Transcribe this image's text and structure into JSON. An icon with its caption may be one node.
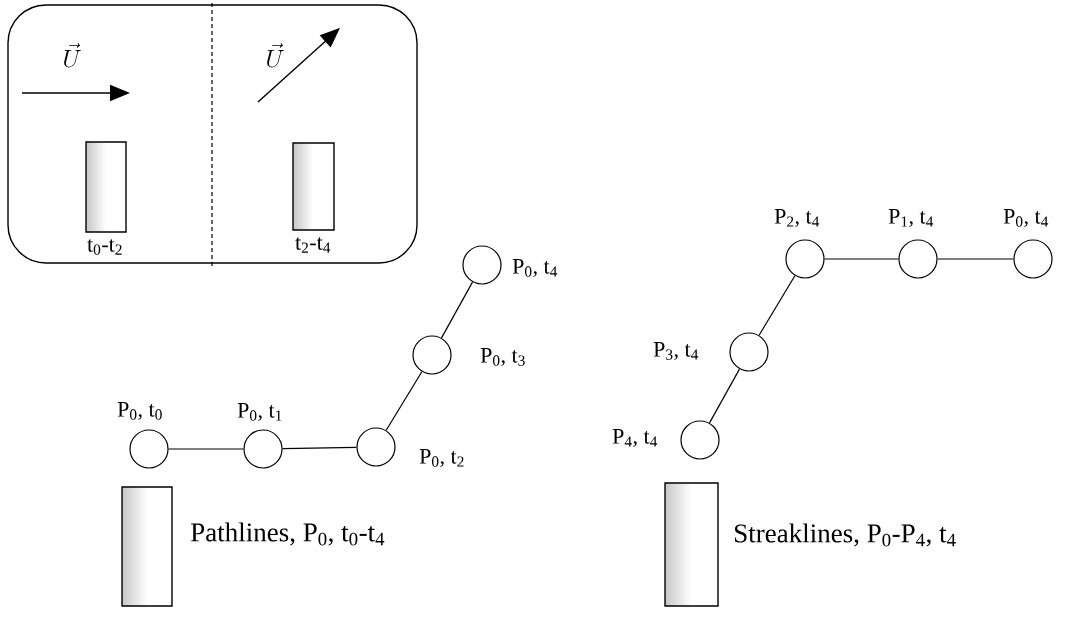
{
  "diagram": {
    "nodes": [
      {
        "text": [],
        "shape": "circle",
        "beside": [
          "P$_{0}$, t$_{0}$"
        ]
      },
      {
        "text": [],
        "shape": "circle",
        "beside": [
          "P$_{0}$, t$_{1}$"
        ]
      },
      {
        "text": [],
        "shape": "circle",
        "beside": [
          "P$_{0}$, t$_{2}$"
        ]
      },
      {
        "text": [],
        "shape": "circle",
        "beside": [
          "P$_{0}$, t$_{3}$"
        ]
      },
      {
        "text": [],
        "shape": "circle",
        "beside": [
          "P$_{0}$, t$_{4}$"
        ]
      },
      {
        "text": [],
        "shape": "circle",
        "beside": [
          "P$_{4}$, t$_{4}$"
        ]
      },
      {
        "text": [],
        "shape": "circle",
        "beside": [
          "P$_{3}$, t$_{4}$"
        ]
      },
      {
        "text": [],
        "shape": "circle",
        "beside": [
          "P$_{2}$, t$_{4}$"
        ]
      },
      {
        "text": [],
        "shape": "circle",
        "beside": [
          "P$_{1}$, t$_{4}$"
        ]
      },
      {
        "text": [],
        "shape": "circle",
        "beside": [
          "P$_{0}$, t$_{4}$"
        ]
      }
    ],
    "edges": [
      {
        "from": 0,
        "to": 1,
        "arrow": "none"
      },
      {
        "from": 1,
        "to": 2,
        "arrow": "none"
      },
      {
        "from": 2,
        "to": 3,
        "arrow": "none"
      },
      {
        "from": 3,
        "to": 4,
        "arrow": "none"
      },
      {
        "from": 5,
        "to": 6,
        "arrow": "none"
      },
      {
        "from": 6,
        "to": 7,
        "arrow": "none"
      },
      {
        "from": 7,
        "to": 8,
        "arrow": "none"
      },
      {
        "from": 8,
        "to": 9,
        "arrow": "none"
      }
    ],
    "labels": [
      "\\vec{U}",
      "t$_{0}$-t$_{2}$",
      "\\vec{U}",
      "t$_{2}$-t$_{4}$",
      "Pathlines, P$_{0}$, t$_{0}$-t$_{4}$",
      "Streaklines, P$_{0}$-P$_{4}$, t$_{4}$"
    ]
  }
}
